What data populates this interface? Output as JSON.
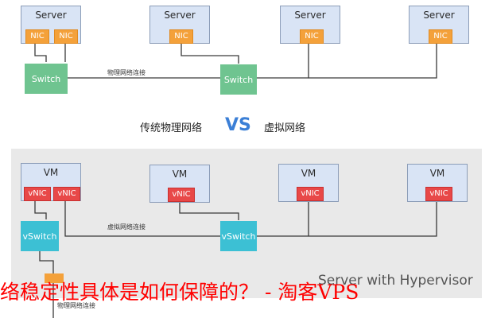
{
  "top": {
    "servers": [
      {
        "label": "Server",
        "nics": [
          "NIC",
          "NIC"
        ]
      },
      {
        "label": "Server",
        "nics": [
          "NIC"
        ]
      },
      {
        "label": "Server",
        "nics": [
          "NIC"
        ]
      },
      {
        "label": "Server",
        "nics": [
          "NIC"
        ]
      }
    ],
    "switch_left": "Switch",
    "switch_right": "Switch",
    "link_label": "物理网络连接"
  },
  "compare": {
    "left": "传统物理网络",
    "vs": "VS",
    "right": "虚拟网络"
  },
  "bottom": {
    "vms": [
      {
        "label": "VM",
        "vnics": [
          "vNIC",
          "vNIC"
        ]
      },
      {
        "label": "VM",
        "vnics": [
          "vNIC"
        ]
      },
      {
        "label": "VM",
        "vnics": [
          "vNIC"
        ]
      },
      {
        "label": "VM",
        "vnics": [
          "vNIC"
        ]
      }
    ],
    "vswitch_left": "vSwitch",
    "vswitch_right": "vSwitch",
    "link_label": "虚拟网络连接",
    "hypervisor_label": "Server with Hypervisor",
    "bottom_link_label": "物理网络连接"
  },
  "watermark": "络稳定性具体是如何保障的？ - 淘客VPS",
  "colors": {
    "server_fill": "#d9e4f5",
    "nic": "#f4a13a",
    "vnic": "#e84848",
    "switch_physical": "#6fc490",
    "switch_virtual": "#3cc0d4",
    "vs_text": "#3b7fd6",
    "watermark": "#ff0000"
  }
}
